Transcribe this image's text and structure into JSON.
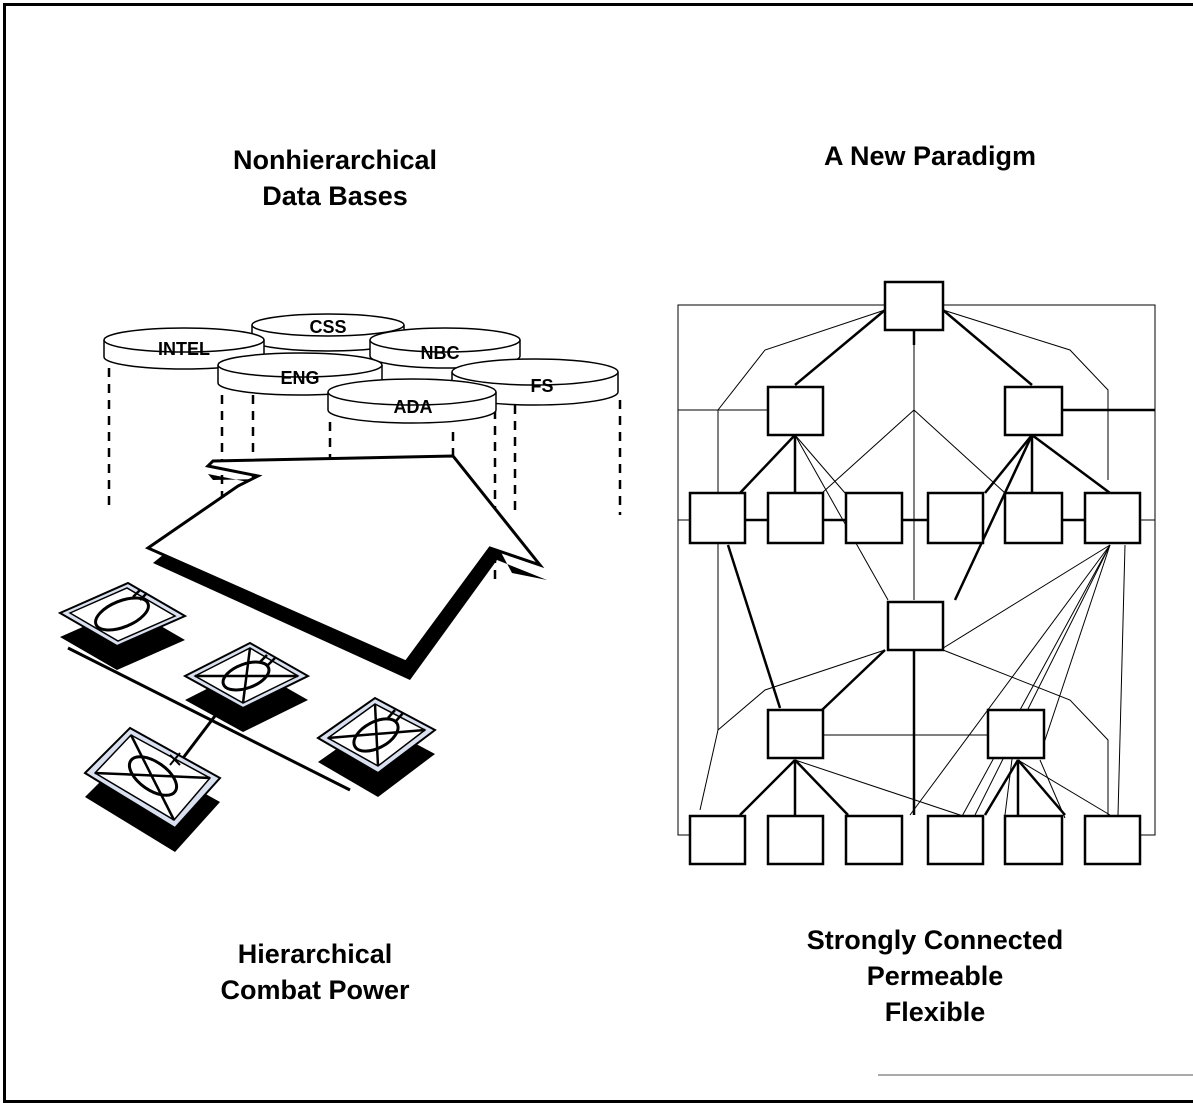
{
  "titles": {
    "left_top": [
      "Nonhierarchical",
      "Data Bases"
    ],
    "right_top": "A New Paradigm",
    "left_bottom": [
      "Hierarchical",
      "Combat Power"
    ],
    "right_bottom": [
      "Strongly Connected",
      "Permeable",
      "Flexible"
    ]
  },
  "databases": [
    "INTEL",
    "CSS",
    "ENG",
    "NBC",
    "ADA",
    "FS"
  ],
  "colors": {
    "ink": "#000000",
    "unit_fill": "#d9e0ef",
    "unit_outline": "#1a1a3a"
  }
}
